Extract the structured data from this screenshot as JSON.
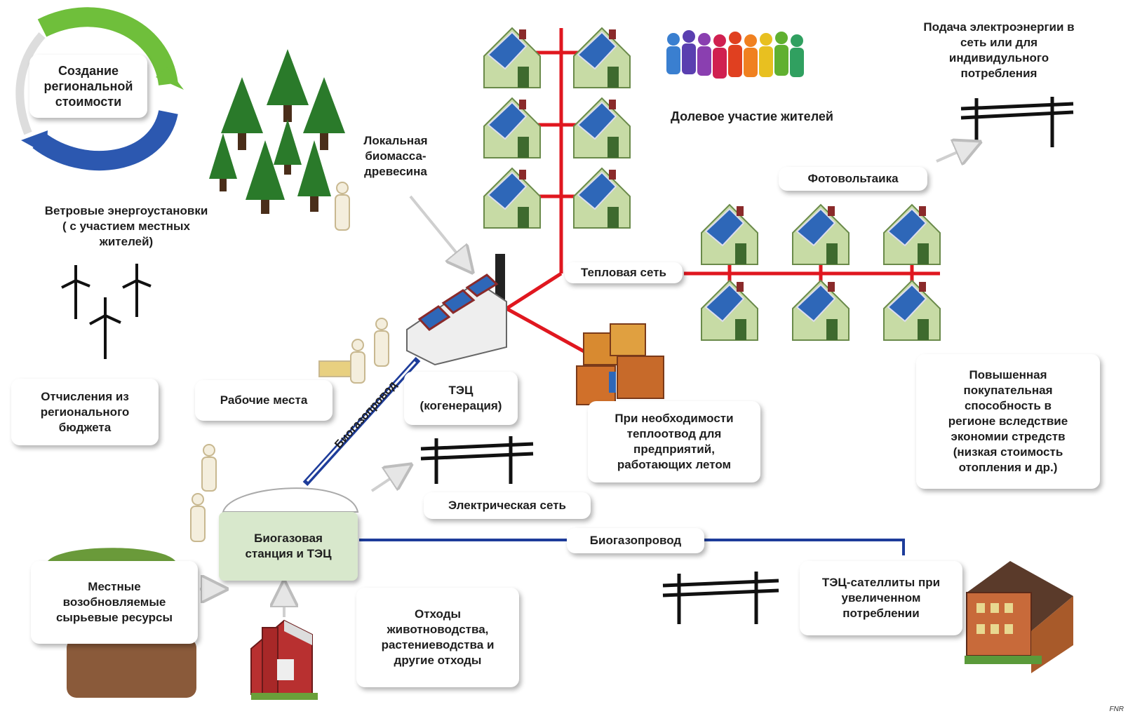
{
  "labels": {
    "regional_value": "Создание\nрегиональной\nстоимости",
    "wind_turbines": "Ветровые энергоустановки\n( с участием местных\nжителей)",
    "local_biomass": "Локальная\nбиомасса-\nдревесина",
    "resident_participation": "Долевое участие жителей",
    "grid_supply": "Подача электроэнергии в\nсеть или для\nиндивидульного\nпотребления",
    "photovoltaics": "Фотовольтаика",
    "heat_network": "Тепловая сеть",
    "regional_budget": "Отчисления из\nрегионального\nбюджета",
    "jobs": "Рабочие места",
    "chp_cogeneration": "ТЭЦ\n(когенерация)",
    "biogas_pipeline_diagonal": "Биогазопровод",
    "heat_outlet": "При необходимости\nтеплоотвод для\nпредприятий,\nработающих летом",
    "purchasing_power": "Повышенная\nпокупательная\nспособность в\nрегионе вследствие\nэкономии стредств\n(низкая стоимость\nотопления и др.)",
    "electric_grid": "Электрическая сеть",
    "biogas_station": "Биогазовая\nстанция и ТЭЦ",
    "biogas_pipeline": "Биогазопровод",
    "local_resources": "Местные\nвозобновляемые\nсырьевые ресурсы",
    "satellite_chp": "ТЭЦ-сателлиты при\nувеличенном\nпотреблении",
    "waste": "Отходы\nживотноводства,\nрастениеводства и\nдругие отходы",
    "credit": "FNR"
  },
  "colors": {
    "heat_network": "#e0171f",
    "biogas_pipeline": "#1d3c9a",
    "cycle_green": "#6fbf3b",
    "cycle_blue": "#2c58b0",
    "roof_panel": "#2e67b8",
    "house_wall": "#c7dba5",
    "tree": "#2a7a2a"
  }
}
